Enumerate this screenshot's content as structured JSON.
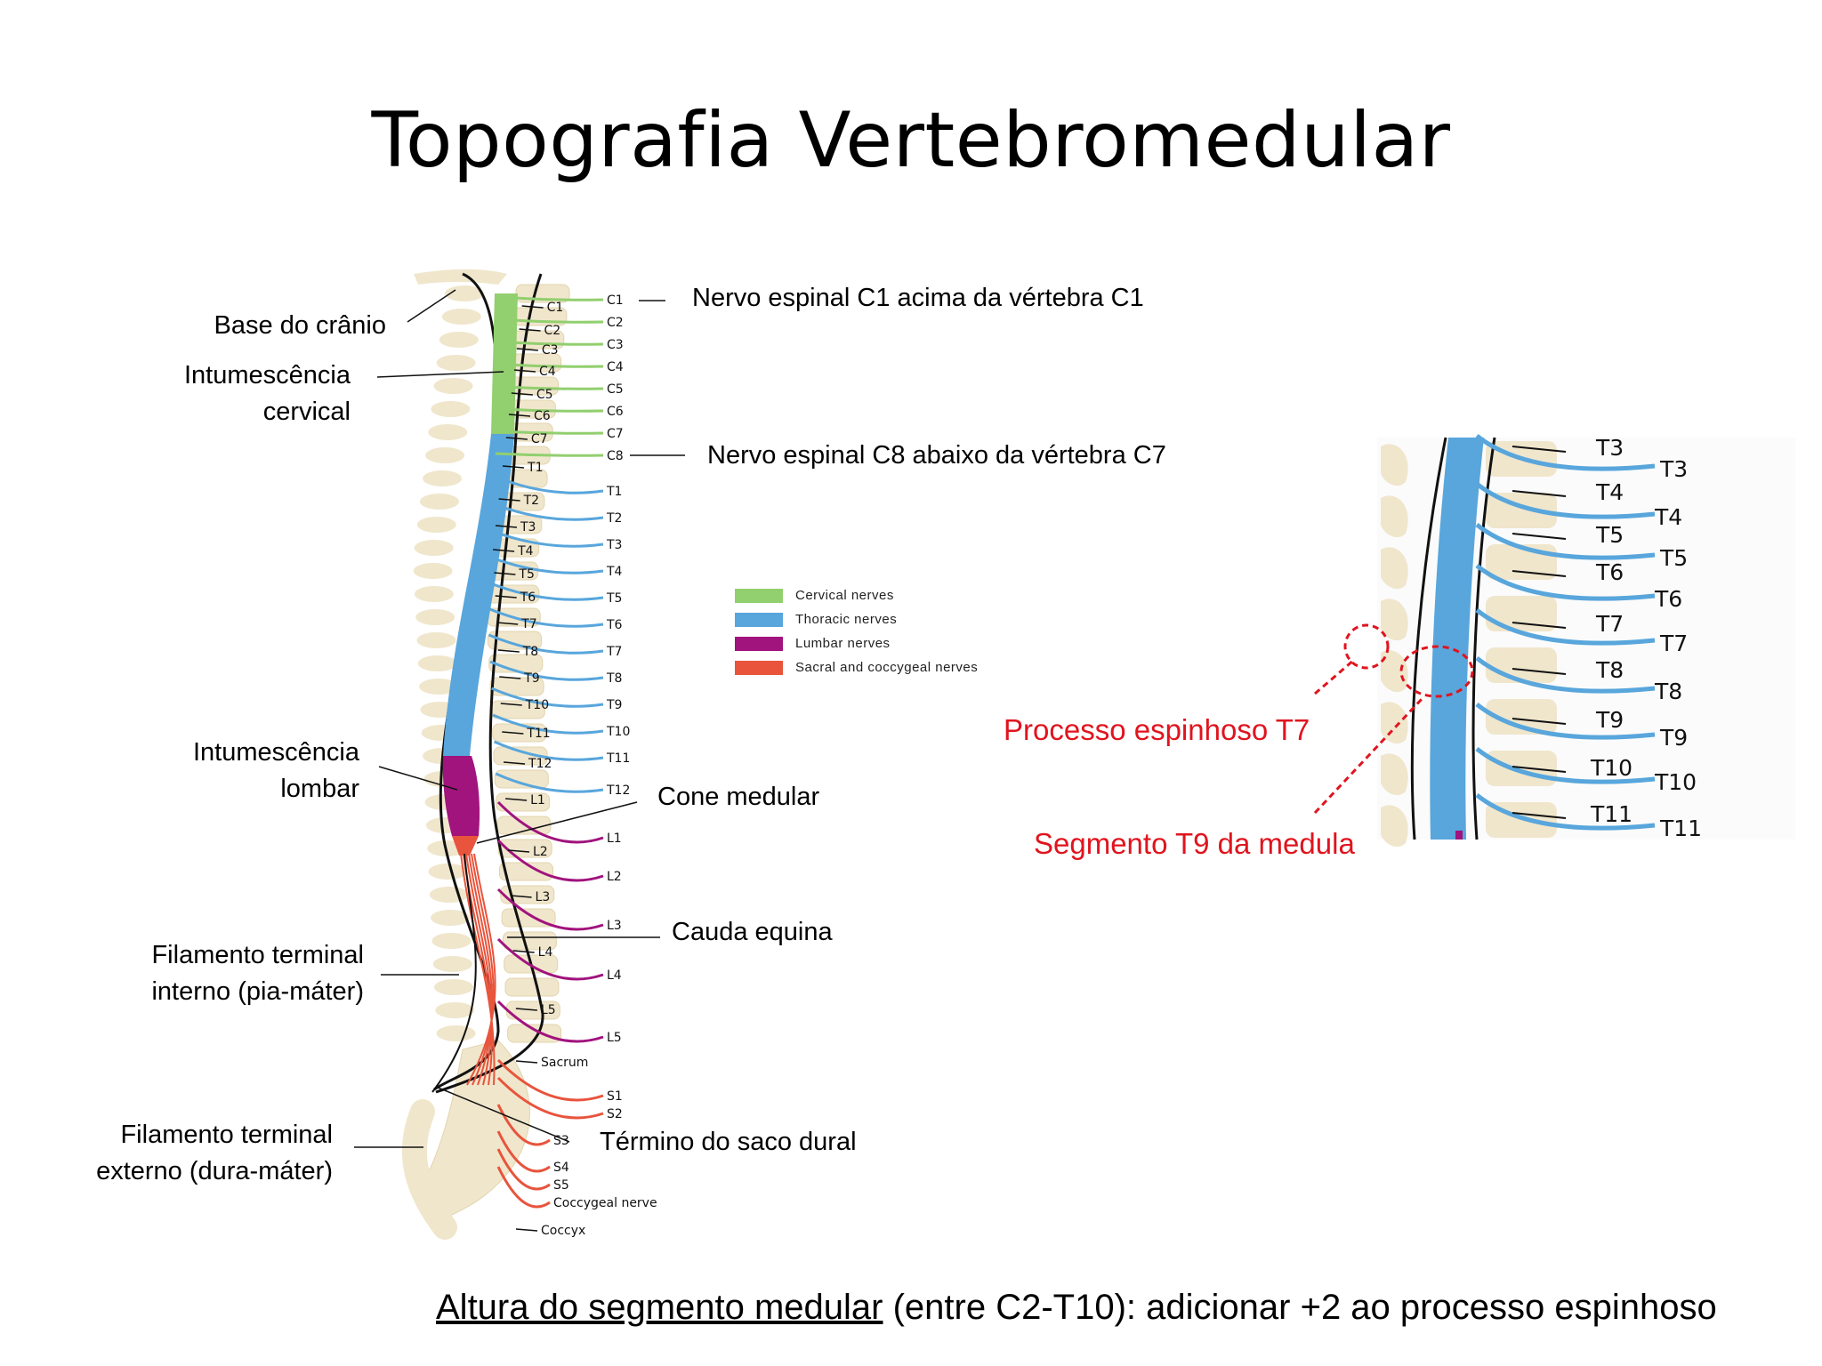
{
  "title": "Topografia Vertebromedular",
  "colors": {
    "cervical": "#92cf6f",
    "thoracic": "#58a6dc",
    "lumbar": "#a1137d",
    "sacral": "#e8543c",
    "annotation": "#e0141e",
    "bone": "#f0e6cc"
  },
  "labels_left": {
    "base_cranio": "Base do crânio",
    "intum_cervical_1": "Intumescência",
    "intum_cervical_2": "cervical",
    "intum_lombar_1": "Intumescência",
    "intum_lombar_2": "lombar",
    "fil_interno_1": "Filamento terminal",
    "fil_interno_2": "interno (pia-máter)",
    "fil_externo_1": "Filamento terminal",
    "fil_externo_2": "externo (dura-máter)"
  },
  "labels_right": {
    "nervo_c1": "Nervo espinal C1 acima da vértebra C1",
    "nervo_c8": "Nervo espinal C8 abaixo da vértebra C7",
    "cone_medular": "Cone medular",
    "cauda_equina": "Cauda equina",
    "termino_saco": "Término do saco dural"
  },
  "legend": [
    {
      "label": "Cervical nerves",
      "color_key": "cervical"
    },
    {
      "label": "Thoracic nerves",
      "color_key": "thoracic"
    },
    {
      "label": "Lumbar nerves",
      "color_key": "lumbar"
    },
    {
      "label": "Sacral and coccygeal nerves",
      "color_key": "sacral"
    }
  ],
  "diagram": {
    "vertebra_labels": [
      "C1",
      "C2",
      "C3",
      "C4",
      "C5",
      "C6",
      "C7",
      "T1",
      "T2",
      "T3",
      "T4",
      "T5",
      "T6",
      "T7",
      "T8",
      "T9",
      "T10",
      "T11",
      "T12",
      "L1",
      "L2",
      "L3",
      "L4",
      "L5",
      "Sacrum",
      "Coccyx"
    ],
    "nerve_labels": [
      "C1",
      "C2",
      "C3",
      "C4",
      "C5",
      "C6",
      "C7",
      "C8",
      "T1",
      "T2",
      "T3",
      "T4",
      "T5",
      "T6",
      "T7",
      "T8",
      "T9",
      "T10",
      "T11",
      "T12",
      "L1",
      "L2",
      "L3",
      "L4",
      "L5",
      "S1",
      "S2",
      "S3",
      "S4",
      "S5",
      "Coccygeal nerve"
    ]
  },
  "zoom": {
    "vertebra_labels": [
      "T3",
      "T4",
      "T5",
      "T6",
      "T7",
      "T8",
      "T9",
      "T10",
      "T11"
    ],
    "nerve_labels": [
      "T3",
      "T4",
      "T5",
      "T6",
      "T7",
      "T8",
      "T9",
      "T10",
      "T11"
    ],
    "annotation_processo": "Processo espinhoso T7",
    "annotation_segmento": "Segmento T9 da medula"
  },
  "footer": {
    "underlined": "Altura do segmento medular",
    "rest": " (entre C2-T10): adicionar +2 ao processo espinhoso"
  }
}
